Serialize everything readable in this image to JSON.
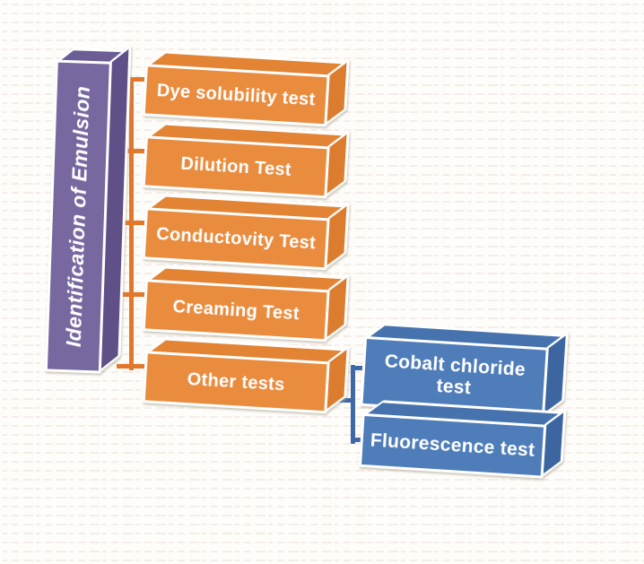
{
  "diagram": {
    "root": {
      "label": "Identification of Emulsion"
    },
    "branches": [
      {
        "label": "Dye solubility test"
      },
      {
        "label": "Dilution Test"
      },
      {
        "label": "Conductovity Test"
      },
      {
        "label": "Creaming Test"
      },
      {
        "label": "Other tests",
        "children": [
          {
            "label": "Cobalt chloride test"
          },
          {
            "label": "Fluorescence test"
          }
        ]
      }
    ]
  },
  "colors": {
    "bg": "#FEFDFA",
    "orange_front": "#EA8C3E",
    "orange_top": "#E28434",
    "orange_side": "#DC7C2E",
    "purple_front": "#77689F",
    "purple_top": "#6C5D94",
    "purple_side": "#5F5088",
    "blue_front": "#4F7DB9",
    "blue_top": "#4673AE",
    "blue_side": "#3D66A0",
    "connector_orange": "#E2762B",
    "connector_blue": "#3E69A6",
    "text": "#FFFFFF"
  }
}
